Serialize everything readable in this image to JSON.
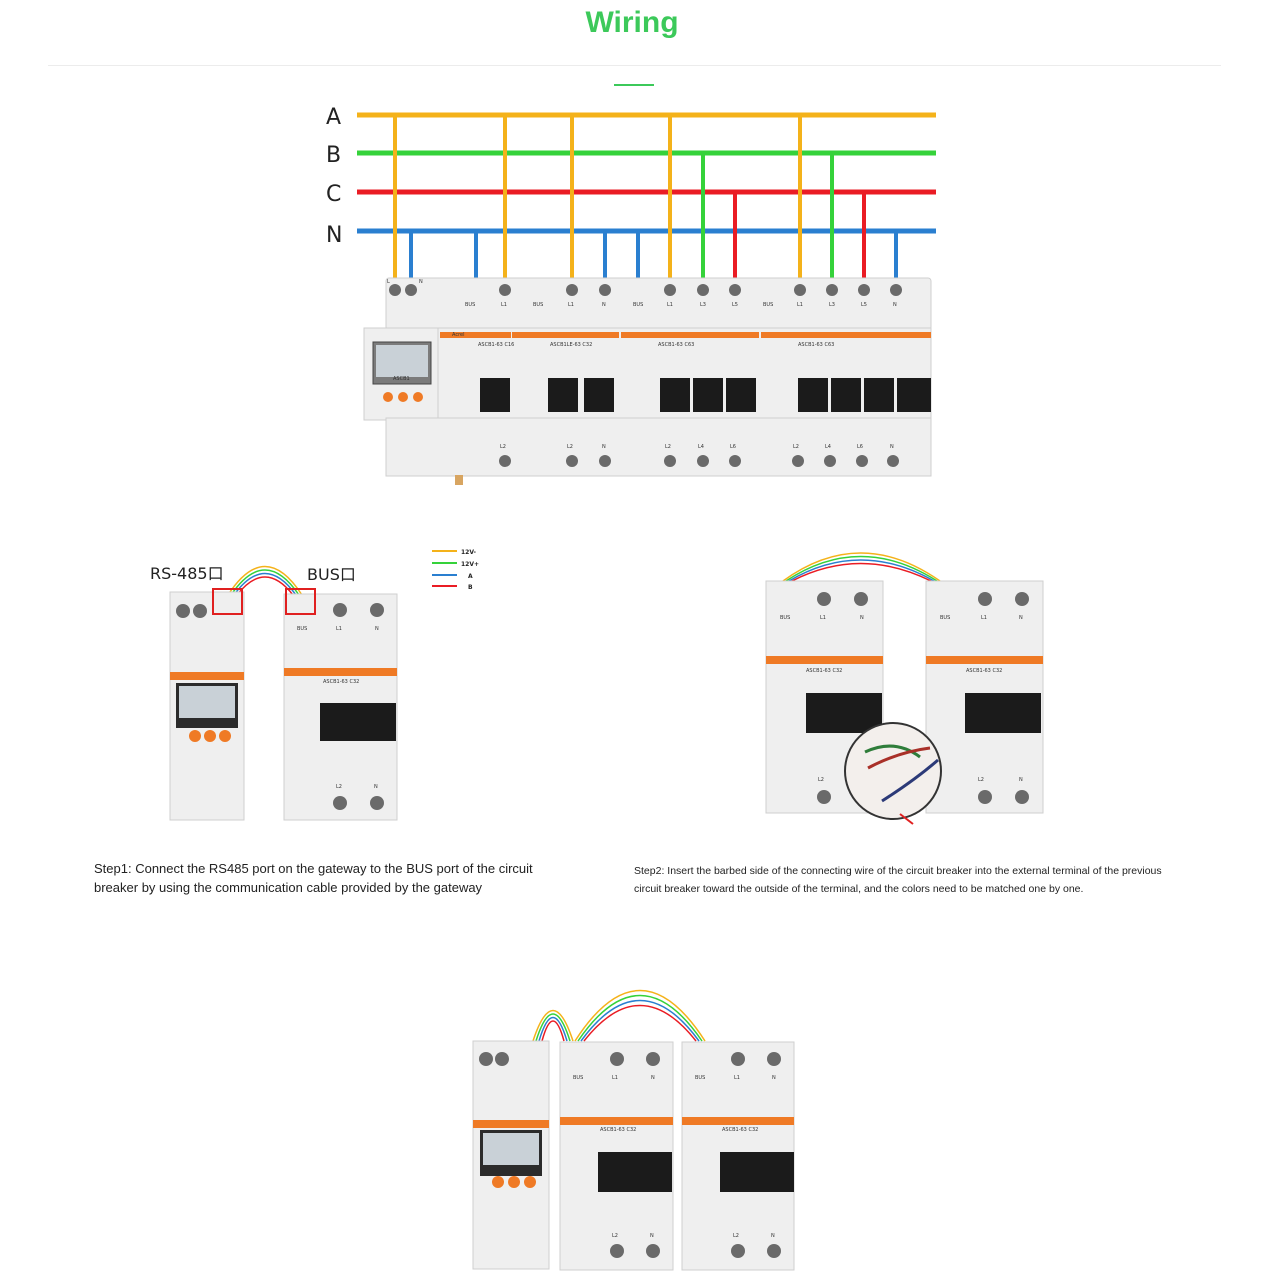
{
  "title": "Wiring",
  "diagram_top": {
    "phase_labels": [
      "A",
      "B",
      "C",
      "N"
    ],
    "phase_colors": {
      "A": "#f4b21a",
      "B": "#35d23a",
      "C": "#ea1c24",
      "N": "#2a7fd0"
    },
    "terminal_labels_top": [
      "L",
      "N",
      "BUS",
      "L1",
      "BUS",
      "L1",
      "N",
      "BUS",
      "L1",
      "L3",
      "L5",
      "BUS",
      "L1",
      "L3",
      "L5",
      "N"
    ],
    "gateway_model": "ASCB1",
    "brand": "Acrel",
    "breaker_models": [
      "ASCB1-63 C16",
      "ASCB1LE-63 C32",
      "ASCB1-63 C63",
      "ASCB1-63 C63"
    ],
    "terminal_labels_bottom": [
      "L2",
      "L2",
      "N",
      "L2",
      "L4",
      "L6",
      "L2",
      "L4",
      "L6",
      "N"
    ]
  },
  "step1_figure": {
    "left_label": "RS-485口",
    "right_label": "BUS口",
    "legend": [
      {
        "label": "12V-",
        "color": "#f4b21a"
      },
      {
        "label": "12V+",
        "color": "#35d23a"
      },
      {
        "label": "A",
        "color": "#2a7fd0"
      },
      {
        "label": "B",
        "color": "#ea1c24"
      }
    ],
    "terminal_labels": [
      "BUS",
      "L1",
      "N"
    ],
    "breaker_model": "ASCB1-63 C32",
    "bottom_labels": [
      "L2",
      "N"
    ]
  },
  "step2_figure": {
    "terminal_labels": [
      "BUS",
      "L1",
      "N"
    ],
    "breaker_model": "ASCB1-63 C32",
    "bottom_labels": [
      "L2",
      "N"
    ]
  },
  "bottom_figure": {
    "terminal_labels": [
      "BUS",
      "L1",
      "N"
    ],
    "breaker_model": "ASCB1-63 C32",
    "bottom_labels": [
      "L2",
      "N"
    ]
  },
  "step1": {
    "prefix": "Step1: ",
    "text": "Connect the RS485 port on the gateway to the BUS port of the circuit breaker by using the communication cable provided by the gateway"
  },
  "step2": {
    "prefix": "Step2: ",
    "text": "Insert the barbed side of the connecting wire of the circuit breaker into the external terminal of the previous circuit breaker toward the outside of the terminal, and the colors need to be matched one by one."
  }
}
